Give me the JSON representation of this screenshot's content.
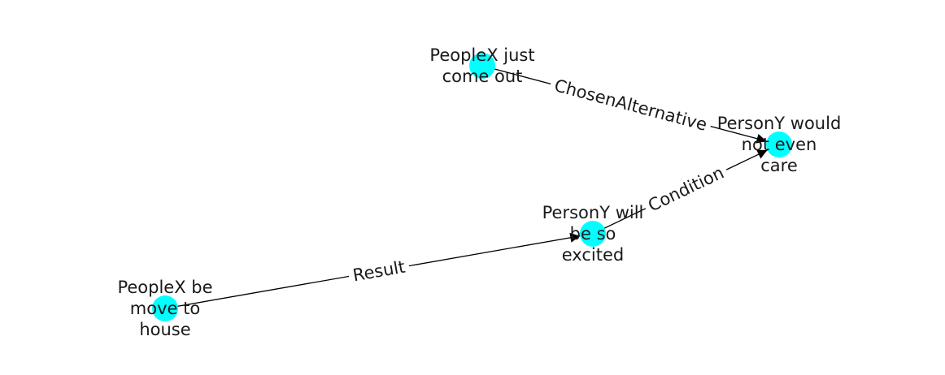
{
  "graph": {
    "node_color": "#00ffff",
    "edge_color": "#000000",
    "nodes": [
      {
        "id": "peoplex-just-come-out",
        "lines": [
          "PeopleX just",
          "come out"
        ]
      },
      {
        "id": "persony-would-not-even-care",
        "lines": [
          "PersonY would",
          "not even",
          "care"
        ]
      },
      {
        "id": "persony-will-be-so-excited",
        "lines": [
          "PersonY will",
          "be so",
          "excited"
        ]
      },
      {
        "id": "peoplex-be-move-to-house",
        "lines": [
          "PeopleX be",
          "move to",
          "house"
        ]
      }
    ],
    "edges": [
      {
        "id": "chosen-alternative",
        "source": "peoplex-just-come-out",
        "target": "persony-would-not-even-care",
        "label": "ChosenAlternative"
      },
      {
        "id": "condition",
        "source": "persony-will-be-so-excited",
        "target": "persony-would-not-even-care",
        "label": "Condition"
      },
      {
        "id": "result",
        "source": "peoplex-be-move-to-house",
        "target": "persony-will-be-so-excited",
        "label": "Result"
      }
    ]
  }
}
